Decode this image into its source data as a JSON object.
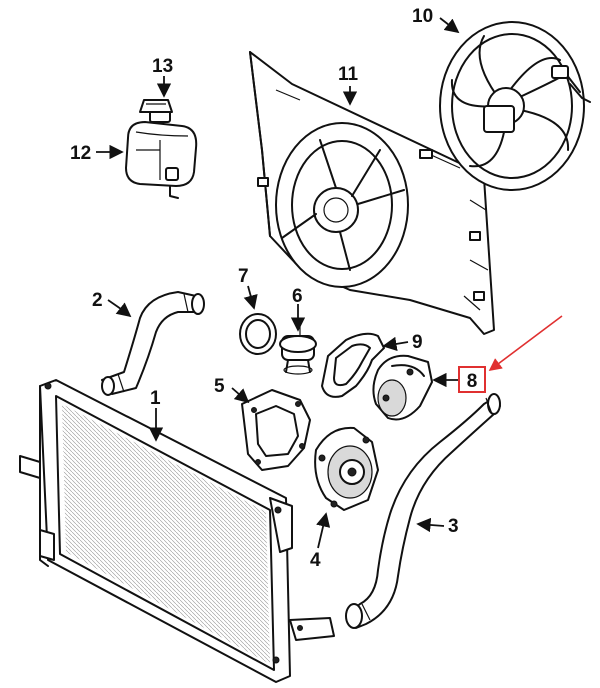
{
  "callouts": {
    "c1": "1",
    "c2": "2",
    "c3": "3",
    "c4": "4",
    "c5": "5",
    "c6": "6",
    "c7": "7",
    "c8": "8",
    "c9": "9",
    "c10": "10",
    "c11": "11",
    "c12": "12",
    "c13": "13"
  },
  "highlight": {
    "callout": "8",
    "color": "#e03030"
  },
  "colors": {
    "line": "#111111",
    "background": "#ffffff"
  }
}
